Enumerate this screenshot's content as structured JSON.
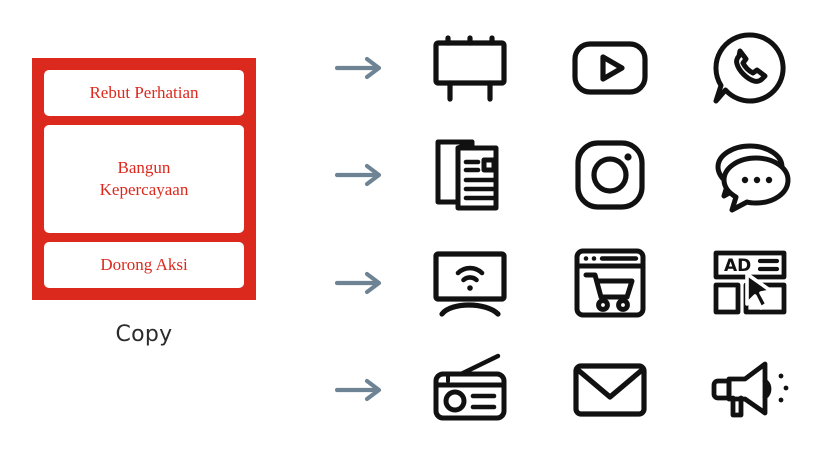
{
  "funnel": {
    "caption": "Copy",
    "box_color": "#DC291E",
    "text_color": "#DC291E",
    "stages": [
      {
        "label": "Rebut Perhatian"
      },
      {
        "label": "Bangun\nKepercayaan"
      },
      {
        "label": "Dorong Aksi"
      }
    ]
  },
  "arrows": {
    "glyph": "→",
    "color": "#6E8494",
    "count": 4,
    "items": [
      {
        "name": "arrow-row-1"
      },
      {
        "name": "arrow-row-2"
      },
      {
        "name": "arrow-row-3"
      },
      {
        "name": "arrow-row-4"
      }
    ]
  },
  "channels": {
    "icon_color": "#111111",
    "rows": [
      [
        {
          "icon": "billboard-icon"
        },
        {
          "icon": "youtube-icon"
        },
        {
          "icon": "whatsapp-icon"
        }
      ],
      [
        {
          "icon": "newspaper-icon"
        },
        {
          "icon": "instagram-icon"
        },
        {
          "icon": "chat-bubbles-icon"
        }
      ],
      [
        {
          "icon": "smart-tv-icon"
        },
        {
          "icon": "online-shop-icon"
        },
        {
          "icon": "display-ad-icon"
        }
      ],
      [
        {
          "icon": "radio-icon"
        },
        {
          "icon": "email-icon"
        },
        {
          "icon": "megaphone-icon"
        }
      ]
    ]
  }
}
